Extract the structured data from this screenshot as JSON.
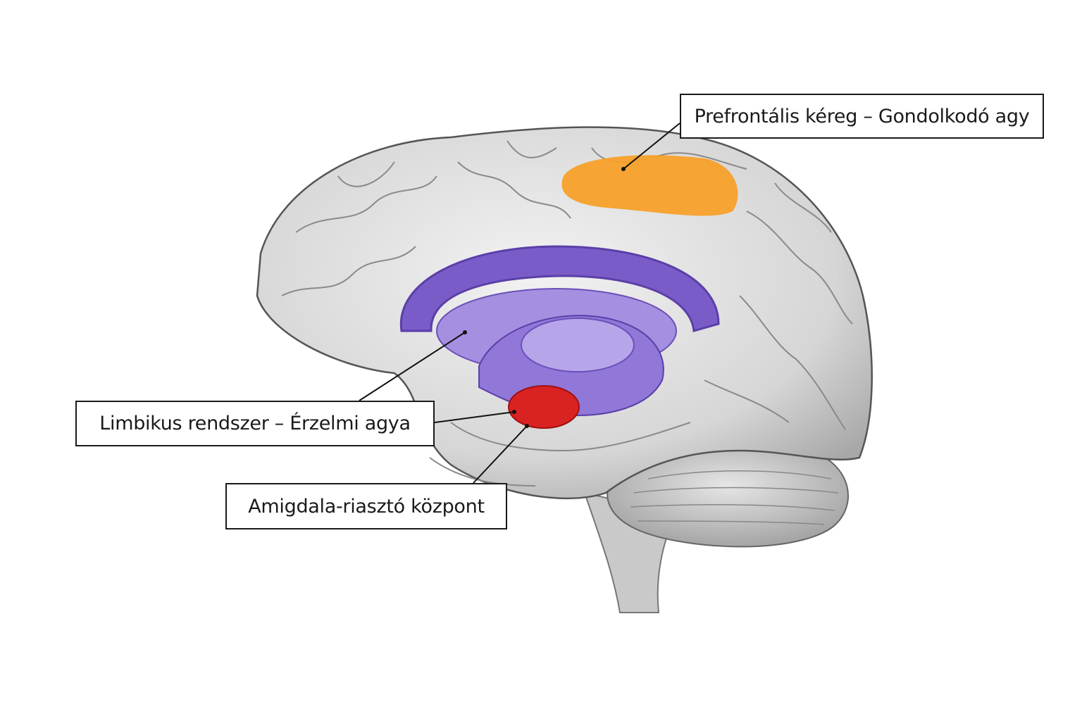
{
  "labels": {
    "prefrontal": "Prefrontális kéreg – Gondolkodó agy",
    "limbic": "Limbikus rendszer – Érzelmi agya",
    "amygdala": "Amigdala-riasztó központ"
  },
  "colors": {
    "prefrontal": "#f7a02a",
    "limbic": "#7a5cc8",
    "amygdala": "#d92222",
    "brain": "#d9d9d9"
  }
}
